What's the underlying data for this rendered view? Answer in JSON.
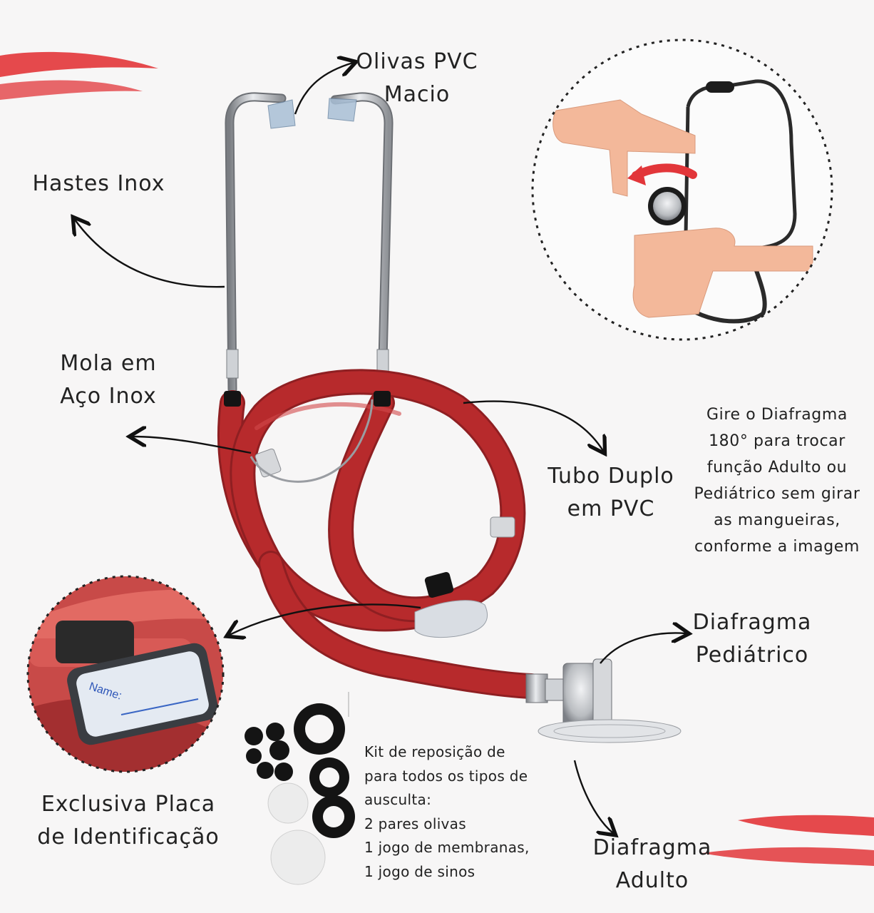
{
  "labels": {
    "olivas": [
      "Olivas PVC",
      "Macio"
    ],
    "hastes": [
      "Hastes Inox"
    ],
    "mola": [
      "Mola em",
      "Aço Inox"
    ],
    "tubo": [
      "Tubo Duplo",
      "em PVC"
    ],
    "diafragma_pediatrico": [
      "Diafragma",
      "Pediátrico"
    ],
    "diafragma_adulto": [
      "Diafragma",
      "Adulto"
    ],
    "placa": [
      "Exclusiva Placa",
      "de Identificação"
    ]
  },
  "instruction": [
    "Gire o Diafragma",
    "180° para trocar",
    "função Adulto ou",
    "Pediátrico sem girar",
    "as mangueiras,",
    "conforme a imagem"
  ],
  "kit": {
    "lines": [
      "Kit de reposição de",
      "para todos os tipos de",
      "ausculta:",
      "2 pares olivas",
      "1 jogo de membranas,",
      "1 jogo de sinos"
    ]
  },
  "name_tag_text": "Name:",
  "colors": {
    "tube_red": "#b72a2c",
    "accent_red": "#e2363a",
    "steel": "#b9bcc0",
    "skin": "#f3b89a",
    "rubber_black": "#141414"
  }
}
